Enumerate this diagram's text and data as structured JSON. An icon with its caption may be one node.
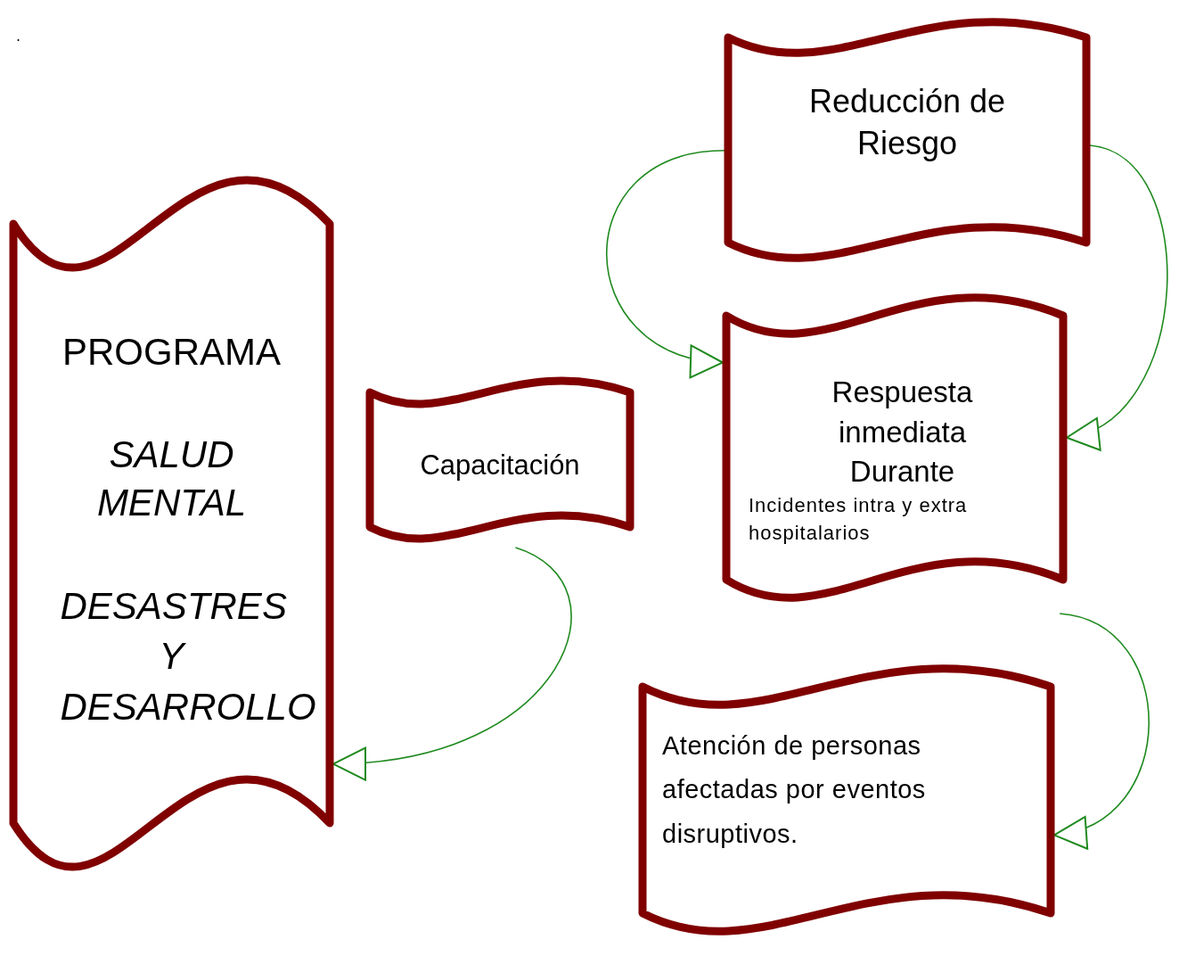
{
  "diagram": {
    "nodes": [
      {
        "text": [
          "PROGRAMA",
          "SALUD MENTAL",
          "DESASTRES Y DESARROLLO"
        ]
      },
      {
        "text": [
          "Capacitación"
        ]
      },
      {
        "text": [
          "Reducción de Riesgo"
        ]
      },
      {
        "text": [
          "Respuesta inmediata Durante",
          "Incidentes intra y extra hospitalarios"
        ]
      },
      {
        "text": [
          "Atención de personas afectadas por eventos disruptivos."
        ]
      }
    ],
    "edges": [
      {
        "from": 1,
        "to": 0,
        "arrow": "to"
      },
      {
        "from": 2,
        "to": 3,
        "arrow": "to"
      },
      {
        "from": 2,
        "to": 3,
        "arrow": "to"
      },
      {
        "from": 3,
        "to": 4,
        "arrow": "to"
      }
    ],
    "labels": [
      "."
    ]
  }
}
